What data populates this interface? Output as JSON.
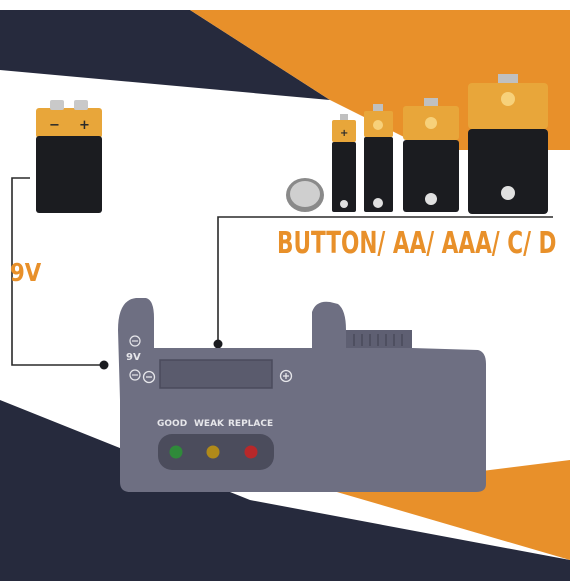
{
  "labels": {
    "nine_volt": "9V",
    "supported_types": "BUTTON/ AA/ AAA/ C/ D"
  },
  "tester": {
    "indicators": [
      "GOOD",
      "WEAK",
      "REPLACE"
    ],
    "slot_label": "9V"
  },
  "colors": {
    "orange": "#e8902a",
    "navy": "#262a3d",
    "tester_body": "#6e6f82",
    "led_good": "#2f8a3a",
    "led_weak": "#b08a1a",
    "led_replace": "#b8282a"
  }
}
